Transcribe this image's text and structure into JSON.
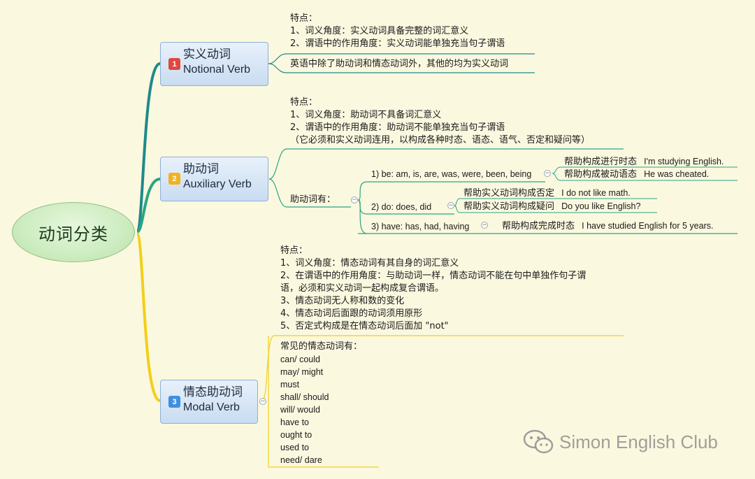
{
  "center": {
    "label": "动词分类"
  },
  "colors": {
    "teal": "#1e8a8a",
    "green": "#2aa583",
    "yellow": "#f2cf19",
    "badge1": "#e0483f",
    "badge2": "#f2b21c",
    "badge3": "#3f8fe0"
  },
  "notional": {
    "badge": "1",
    "zh": "实义动词",
    "en": "Notional Verb",
    "features_title": "特点：",
    "features": [
      "1、词义角度：实义动词具备完整的词汇意义",
      "2、谓语中的作用角度：实义动词能单独充当句子谓语"
    ],
    "note": "英语中除了助动词和情态动词外，其他的均为实义动词"
  },
  "auxiliary": {
    "badge": "2",
    "zh": "助动词",
    "en": "Auxiliary Verb",
    "features_title": "特点：",
    "features": [
      "1、词义角度：助动词不具备词汇意义",
      "2、谓语中的作用角度：助动词不能单独充当句子谓语",
      "（它必须和实义动词连用，以构成各种时态、语态、语气、否定和疑问等）"
    ],
    "has_label": "助动词有：",
    "be": {
      "label": "1) be: am, is, are, was, were, been, being",
      "uses": [
        {
          "zh": "帮助构成进行时态",
          "example": "I'm studying English."
        },
        {
          "zh": "帮助构成被动语态",
          "example": "He was cheated."
        }
      ]
    },
    "do": {
      "label": "2) do: does, did",
      "uses": [
        {
          "zh": "帮助实义动词构成否定",
          "example": "I do not like math."
        },
        {
          "zh": "帮助实义动词构成疑问",
          "example": "Do you like English?"
        }
      ]
    },
    "have": {
      "label": "3) have: has, had, having",
      "uses": [
        {
          "zh": "帮助构成完成时态",
          "example": "I have studied English for 5 years."
        }
      ]
    }
  },
  "modal": {
    "badge": "3",
    "zh": "情态助动词",
    "en": "Modal Verb",
    "features_title": "特点：",
    "features": [
      "1、词义角度：情态动词有其自身的词汇意义",
      "2、在谓语中的作用角度：与助动词一样，情态动词不能在句中单独作句子谓",
      "语，必须和实义动词一起构成复合谓语。",
      "3、情态动词无人称和数的变化",
      "4、情态动词后面跟的动词须用原形",
      "5、否定式构成是在情态动词后面加 \"not\""
    ],
    "common_title": "常见的情态动词有：",
    "common": [
      "can/ could",
      "may/ might",
      "must",
      "shall/ should",
      "will/ would",
      "have to",
      "ought to",
      "used to",
      "need/ dare"
    ]
  },
  "watermark": {
    "text": "Simon English Club"
  }
}
